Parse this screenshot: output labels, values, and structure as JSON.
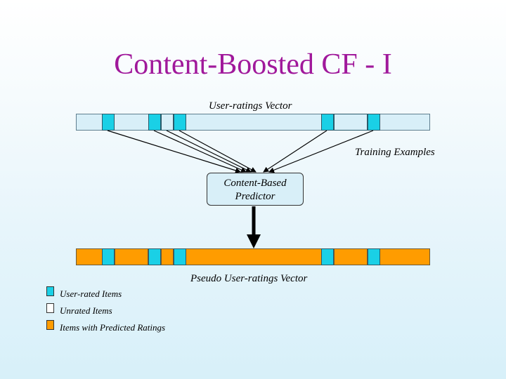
{
  "slide": {
    "title": "Content-Boosted CF - I",
    "labels": {
      "user_ratings_vector": "User-ratings Vector",
      "training_examples": "Training Examples",
      "pseudo_vector": "Pseudo User-ratings Vector"
    },
    "predictor": {
      "line1": "Content-Based",
      "line2": "Predictor"
    },
    "legend": [
      {
        "label": "User-rated Items",
        "color": "#1ad0e6"
      },
      {
        "label": "Unrated Items",
        "color": "#ffffff"
      },
      {
        "label": "Items with Predicted Ratings",
        "color": "#ff9c00"
      }
    ],
    "colors": {
      "title": "#a0189b",
      "rated": "#1ad0e6",
      "unrated": "#d8eff8",
      "predicted": "#ff9c00"
    }
  }
}
